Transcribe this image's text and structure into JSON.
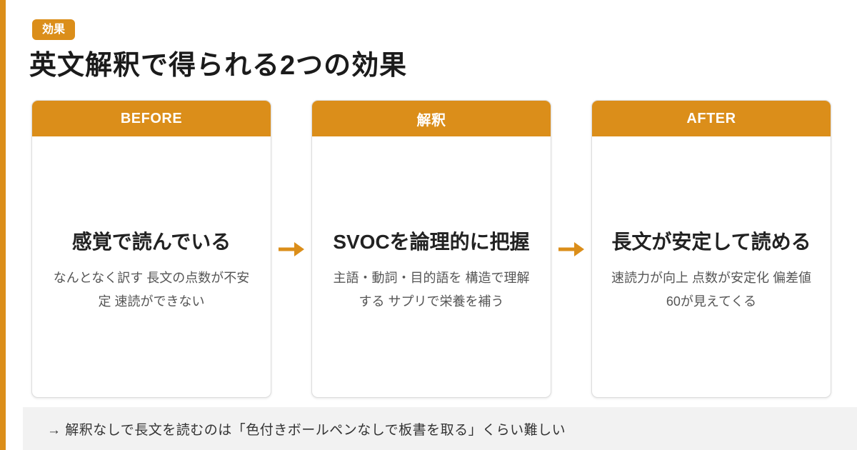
{
  "header": {
    "badge": "効果",
    "title": "英文解釈で得られる2つの効果"
  },
  "cards": [
    {
      "header": "BEFORE",
      "title": "感覚で読んでいる",
      "description": "なんとなく訳す 長文の点数が不安定 速読ができない"
    },
    {
      "header": "解釈",
      "title": "SVOCを論理的に把握",
      "description": "主語・動詞・目的語を 構造で理解する サプリで栄養を補う"
    },
    {
      "header": "AFTER",
      "title": "長文が安定して読める",
      "description": "速読力が向上 点数が安定化 偏差値60が見えてくる"
    }
  ],
  "footer": {
    "text": "→ 解釈なしで長文を読むのは「色付きボールペンなしで板書を取る」くらい難しい"
  },
  "colors": {
    "accent": "#DB8E1A",
    "banner_bg": "#F2F2F2",
    "title_text": "#1B1B1B",
    "card_title_text": "#222222",
    "card_desc_text": "#555555",
    "footer_text": "#333333"
  }
}
